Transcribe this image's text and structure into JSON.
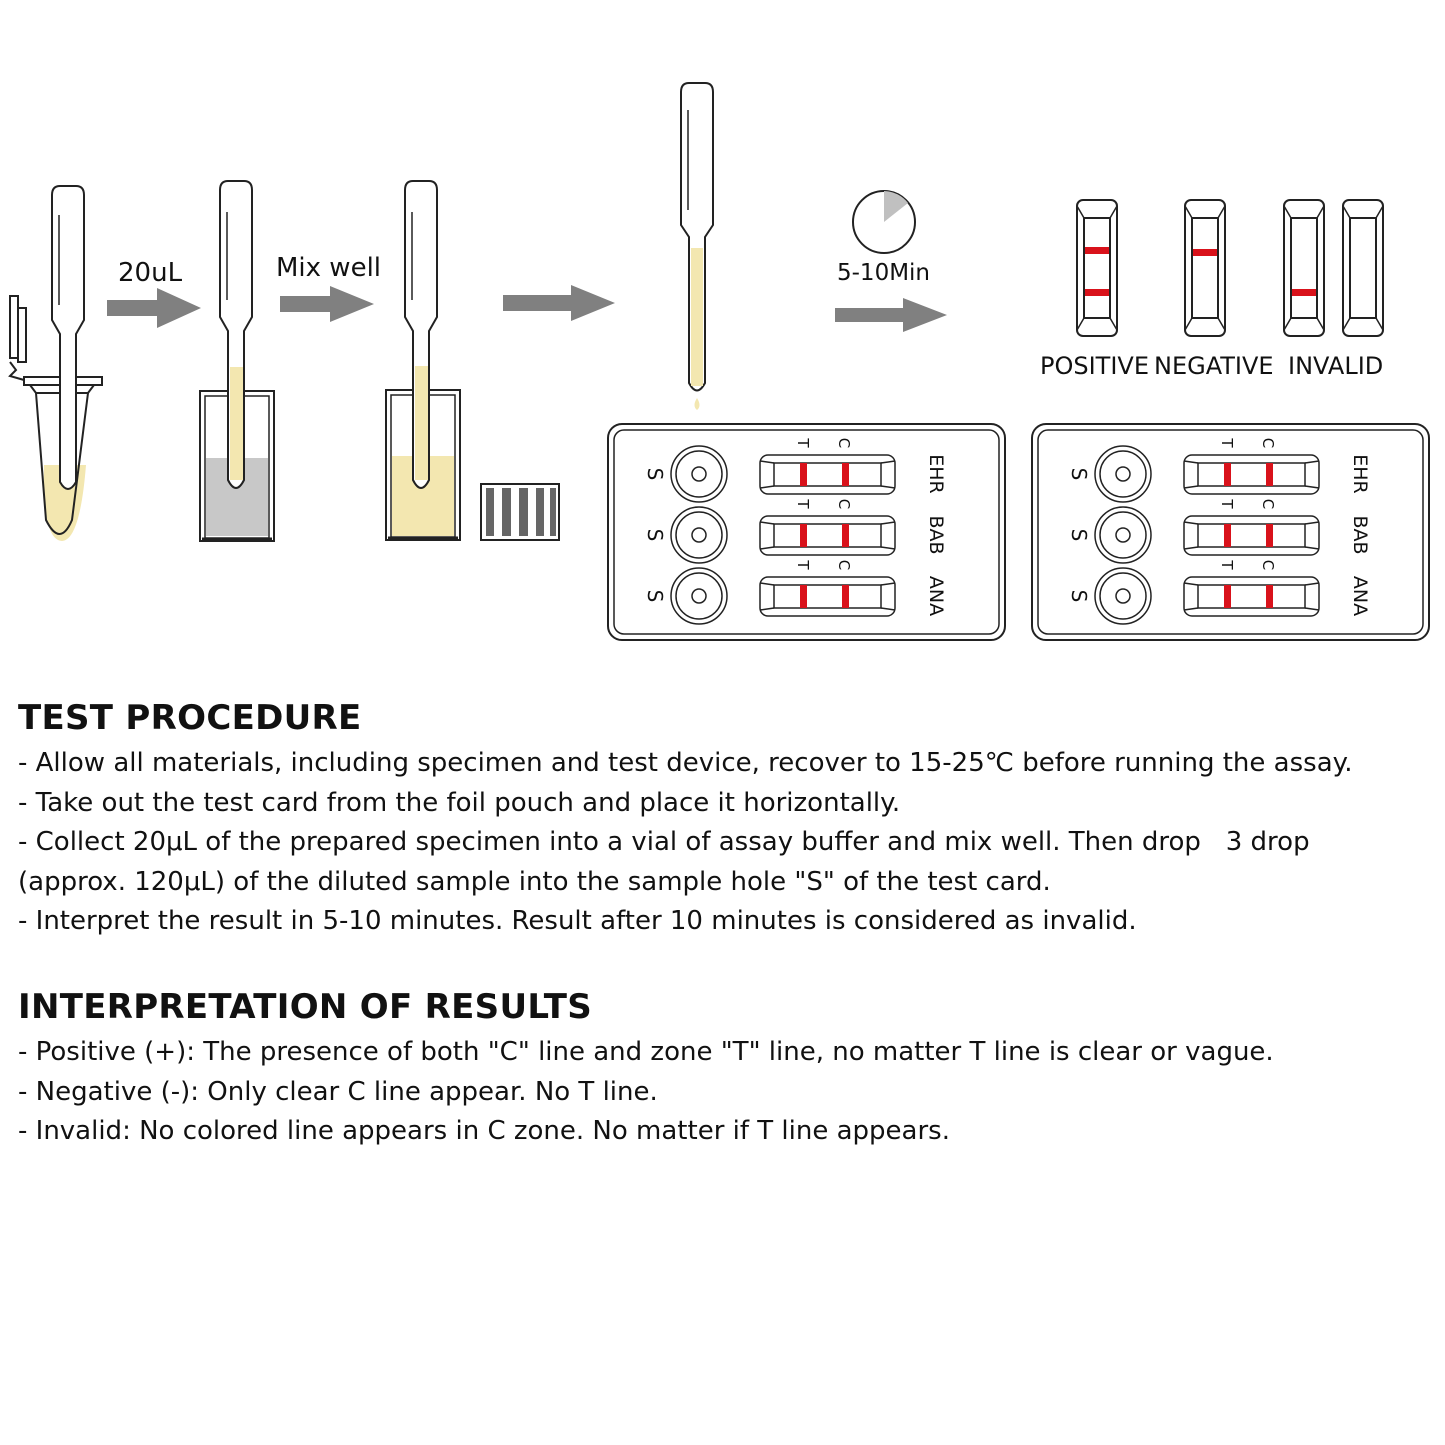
{
  "diagram": {
    "step1_label": "20uL",
    "step2_label": "Mix well",
    "timer_label": "5-10Min",
    "results": [
      "POSITIVE",
      "NEGATIVE",
      "INVALID"
    ],
    "card": {
      "sample_label": "S",
      "t_label": "T",
      "c_label": "C",
      "analytes": [
        "EHR",
        "BAB",
        "ANA"
      ]
    },
    "colors": {
      "line_red": "#d9121b",
      "liquid_yellow": "#f3e7b0",
      "buffer_gray": "#c8c8c8",
      "arrow_gray": "#808080"
    }
  },
  "procedure": {
    "title": "TEST PROCEDURE",
    "lines": [
      "- Allow all materials, including specimen and test device, recover to 15-25℃ before running the assay.",
      "- Take out the test card from the foil pouch and place it horizontally.",
      "- Collect 20μL of the prepared specimen into a vial of assay buffer and mix well. Then drop   3 drop",
      "(approx. 120μL) of the diluted sample into the sample hole \"S\" of the test card.",
      "- Interpret the result in 5-10 minutes. Result after 10 minutes is considered as invalid."
    ]
  },
  "interpretation": {
    "title": "INTERPRETATION OF RESULTS",
    "lines": [
      "- Positive (+): The presence of both \"C\" line and zone \"T\" line, no matter T line is clear or vague.",
      "- Negative (-): Only clear C line appear. No T line.",
      "- Invalid: No colored line appears in C zone. No matter if T line appears."
    ]
  }
}
